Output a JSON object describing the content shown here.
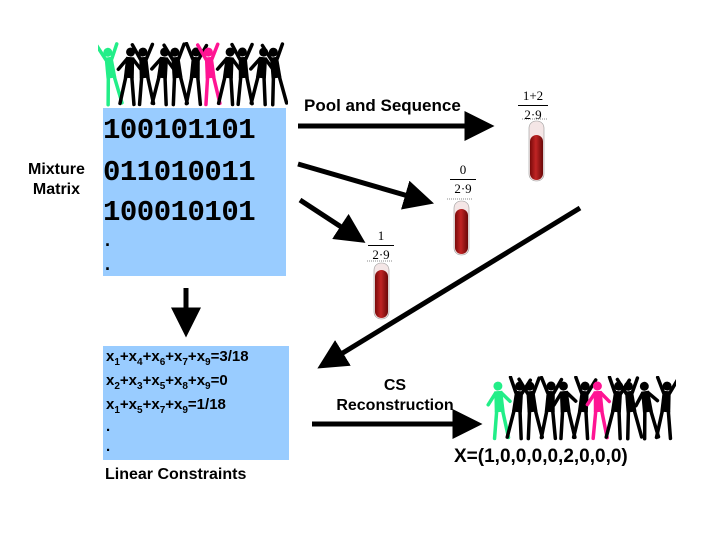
{
  "matrix": {
    "label_line1": "Mixture",
    "label_line2": "Matrix",
    "rows": [
      "100101101",
      "011010011",
      "100010101"
    ],
    "dots": [
      ".",
      "."
    ]
  },
  "pool": {
    "label": "Pool and Sequence",
    "fractions": [
      {
        "num": "1+2",
        "den": "2·9"
      },
      {
        "num": "0",
        "den": "2·9"
      },
      {
        "num": "1",
        "den": "2·9"
      }
    ]
  },
  "constraints": {
    "rows": [
      {
        "vars": [
          [
            "x",
            "1"
          ],
          [
            "x",
            "4"
          ],
          [
            "x",
            "6"
          ],
          [
            "x",
            "7"
          ],
          [
            "x",
            "9"
          ]
        ],
        "rhs": "=3/18"
      },
      {
        "vars": [
          [
            "x",
            "2"
          ],
          [
            "x",
            "3"
          ],
          [
            "x",
            "5"
          ],
          [
            "x",
            "8"
          ],
          [
            "x",
            "9"
          ]
        ],
        "rhs": "=0"
      },
      {
        "vars": [
          [
            "x",
            "1"
          ],
          [
            "x",
            "5"
          ],
          [
            "x",
            "7"
          ],
          [
            "x",
            "9"
          ]
        ],
        "rhs": "=1/18"
      }
    ],
    "dots": [
      ".",
      "."
    ],
    "label": "Linear Constraints"
  },
  "reconstruction": {
    "label_line1": "CS",
    "label_line2": "Reconstruction",
    "result": "X=(1,0,0,0,0,2,0,0,0)"
  },
  "colors": {
    "box_fill": "#99ccff",
    "blood": "#a01818",
    "person_green": "#22ee88",
    "person_pink": "#ff1493",
    "person_black": "#000000"
  },
  "icons": {
    "crowd": "dancing-crowd-icon",
    "tube": "test-tube-icon"
  }
}
